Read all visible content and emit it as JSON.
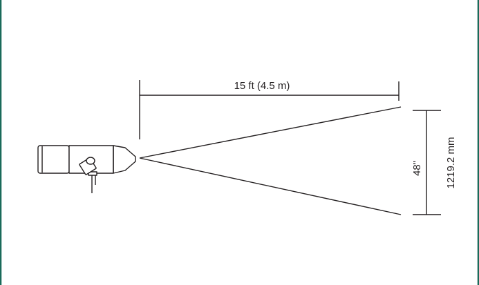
{
  "diagram": {
    "distance_label": "15 ft (4.5 m)",
    "height_label_in": "48\"",
    "height_label_mm": "1219.2 mm"
  },
  "colors": {
    "border": "#1a6a5a",
    "line": "#231f20",
    "background": "#ffffff"
  },
  "icons": {
    "fixture": "spotlight-fixture-icon"
  }
}
